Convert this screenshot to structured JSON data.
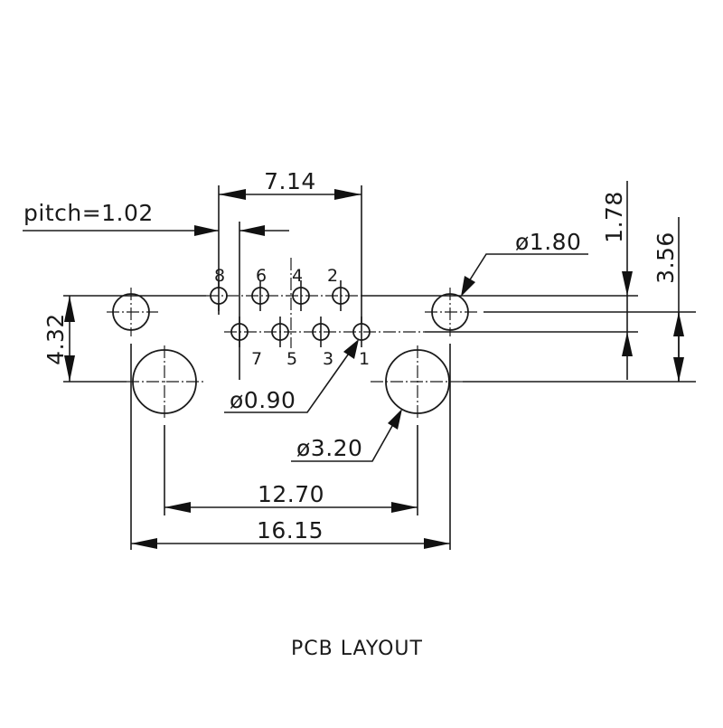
{
  "title": "PCB LAYOUT",
  "colors": {
    "line": "#1a1a1a",
    "background": "#ffffff"
  },
  "dimensions": {
    "pitch": "pitch=1.02",
    "pin_span": "7.14",
    "vertical_row_offset": "1.78",
    "vertical_hole_offset": "3.56",
    "height_left": "4.32",
    "small_hole_dia": "ø1.80",
    "pin_hole_dia": "ø0.90",
    "large_hole_dia": "ø3.20",
    "large_hole_spacing": "12.70",
    "overall_width": "16.15"
  },
  "pins": {
    "top_row": [
      "8",
      "6",
      "4",
      "2"
    ],
    "bottom_row": [
      "7",
      "5",
      "3",
      "1"
    ]
  }
}
